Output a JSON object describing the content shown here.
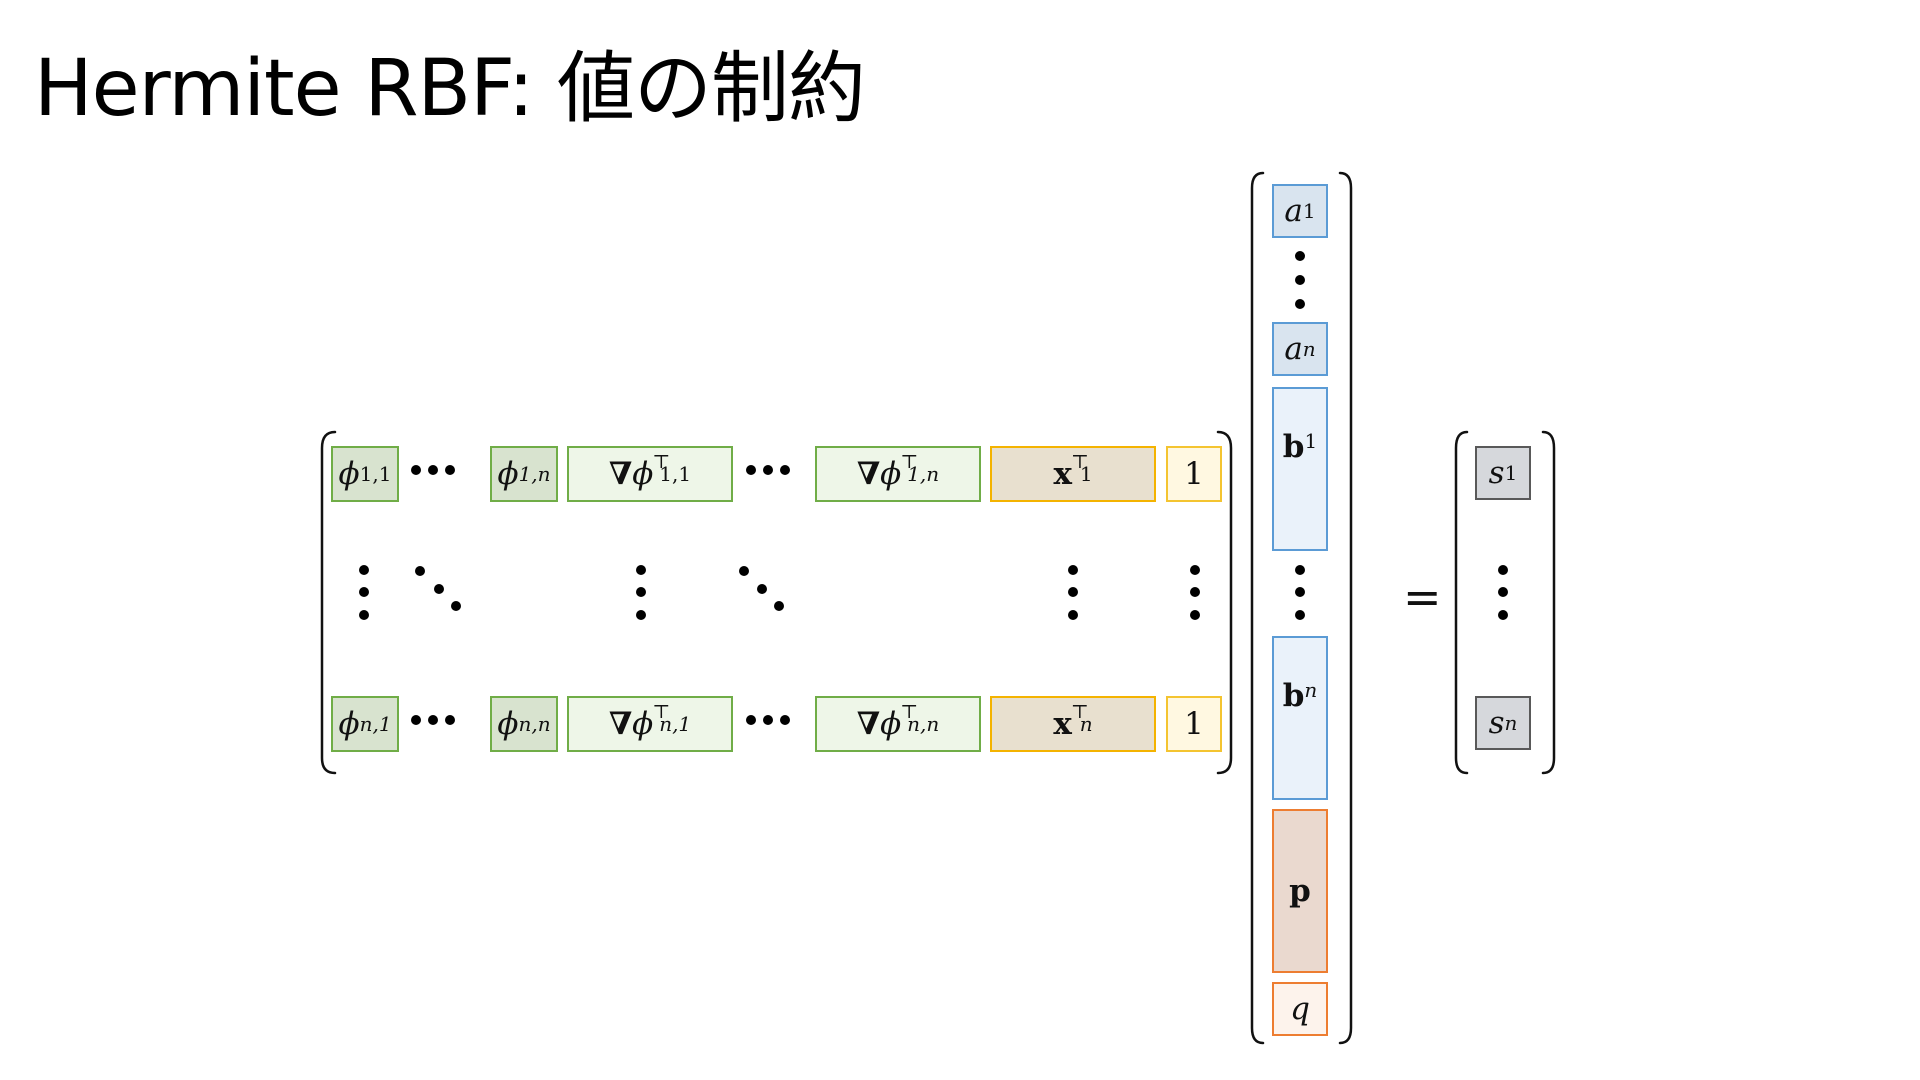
{
  "title": "Hermite RBF: 値の制約",
  "matrix": {
    "row1": {
      "phi_first": {
        "sym": "ϕ",
        "sub": "1,1"
      },
      "phi_last": {
        "sym": "ϕ",
        "sub": "1,n"
      },
      "grad_first": {
        "nabla": "∇",
        "sym": "ϕ",
        "sub": "1,1",
        "sup": "⊤"
      },
      "grad_last": {
        "nabla": "∇",
        "sym": "ϕ",
        "sub": "1,n",
        "sup": "⊤"
      },
      "x": {
        "sym": "x",
        "sub": "1",
        "sup": "⊤"
      },
      "one": "1"
    },
    "row2": {
      "phi_first": {
        "sym": "ϕ",
        "sub": "n,1"
      },
      "phi_last": {
        "sym": "ϕ",
        "sub": "n,n"
      },
      "grad_first": {
        "nabla": "∇",
        "sym": "ϕ",
        "sub": "n,1",
        "sup": "⊤"
      },
      "grad_last": {
        "nabla": "∇",
        "sym": "ϕ",
        "sub": "n,n",
        "sup": "⊤"
      },
      "x": {
        "sym": "x",
        "sub": "n",
        "sup": "⊤"
      },
      "one": "1"
    }
  },
  "unknowns": {
    "a1": {
      "sym": "a",
      "sub": "1"
    },
    "an": {
      "sym": "a",
      "sub": "n"
    },
    "b1": {
      "sym": "b",
      "sub": "1"
    },
    "bn": {
      "sym": "b",
      "sub": "n"
    },
    "p": "p",
    "q": "q"
  },
  "equals": "=",
  "rhs": {
    "s1": {
      "sym": "s",
      "sub": "1"
    },
    "sn": {
      "sym": "s",
      "sub": "n"
    }
  },
  "colors": {
    "phi_border": "#70ad47",
    "x_border": "#f4b300",
    "a_border": "#5b9bd5",
    "p_border": "#ed7d31",
    "s_border": "#595959"
  }
}
